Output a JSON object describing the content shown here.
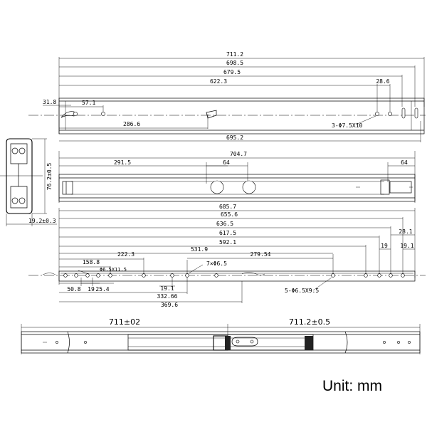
{
  "view1": {
    "dims": {
      "d711_2": "711.2",
      "d698_5": "698.5",
      "d679_5": "679.5",
      "d622_3": "622.3",
      "d28_6": "28.6",
      "d31_8": "31.8",
      "d57_1": "57.1",
      "d286_6": "286.6",
      "d695_2": "695.2",
      "holes": "3-Φ7.5X10"
    }
  },
  "profile": {
    "dims": {
      "height": "76.2±0.5",
      "width": "19.2±0.3"
    }
  },
  "view2": {
    "dims": {
      "d704_7": "704.7",
      "d291_5": "291.5",
      "d64_a": "64",
      "d64_b": "64"
    }
  },
  "view3": {
    "dims": {
      "d685_7": "685.7",
      "d655_6": "655.6",
      "d636_5": "636.5",
      "d617_5": "617.5",
      "d592_1": "592.1",
      "d531_9": "531.9",
      "d279_54": "279.54",
      "d222_3": "222.3",
      "d158_8": "158.8",
      "slot": "Φ6.5X11.5",
      "holes7": "7×Φ6.5",
      "d28_1": "28.1",
      "d19": "19",
      "d19_1": "19.1",
      "d50_8": "50.8",
      "d19_b": "19",
      "d25_4": "25.4",
      "d19_1b": "19.1",
      "d332_66": "332.66",
      "d369_6": "369.6",
      "holes5": "5-Φ6.5X9.5"
    }
  },
  "view4": {
    "dims": {
      "closed": "711±02",
      "extended": "711.2±0.5"
    }
  },
  "unit_label": "Unit: mm"
}
